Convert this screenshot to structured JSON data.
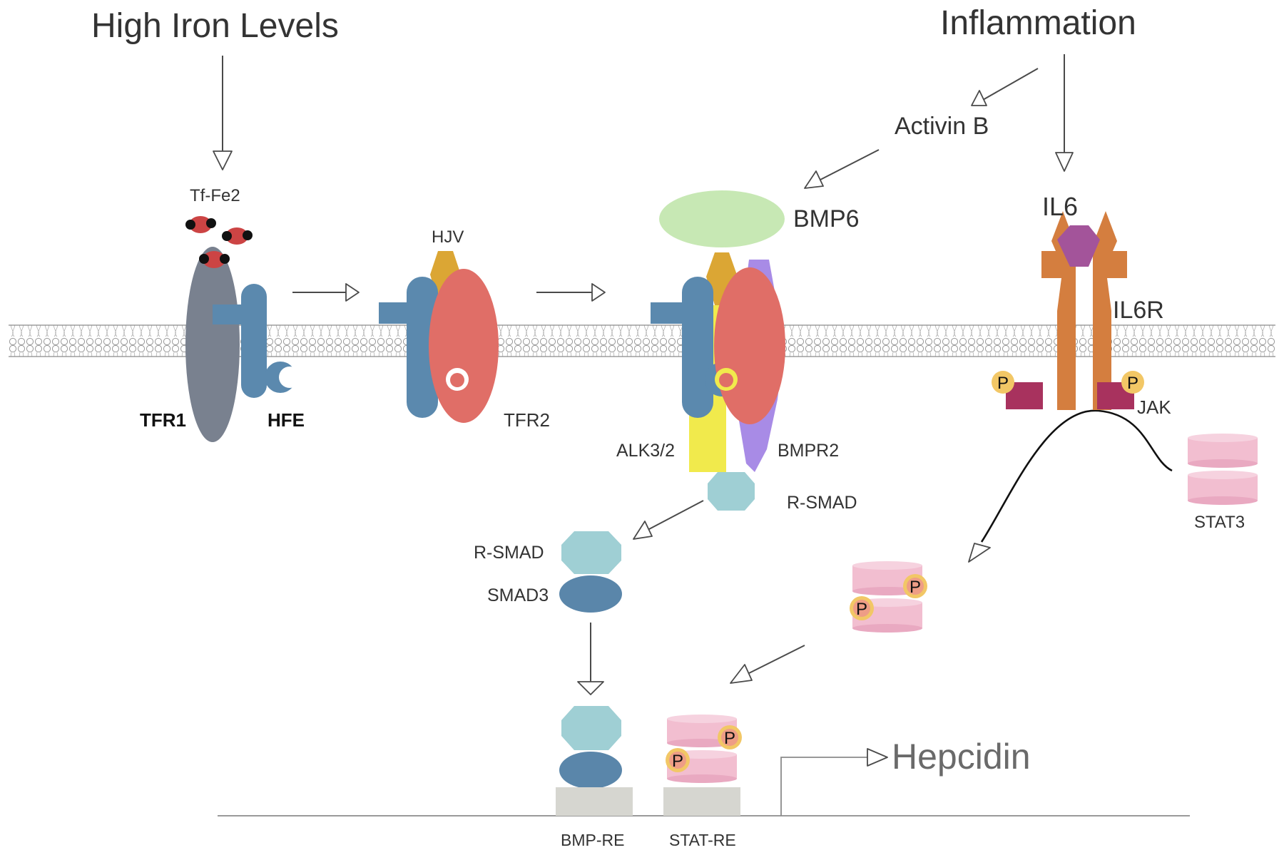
{
  "headings": {
    "high_iron": "High Iron Levels",
    "inflammation": "Inflammation"
  },
  "labels": {
    "tf_fe2": "Tf-Fe2",
    "hjv": "HJV",
    "tfr1": "TFR1",
    "hfe": "HFE",
    "tfr2": "TFR2",
    "activin_b": "Activin B",
    "bmp6": "BMP6",
    "il6": "IL6",
    "il6r": "IL6R",
    "jak": "JAK",
    "alk": "ALK3/2",
    "bmpr2": "BMPR2",
    "r_smad_membrane": "R-SMAD",
    "r_smad_cyto": "R-SMAD",
    "smad3": "SMAD3",
    "stat3": "STAT3",
    "phospho": "P",
    "bmp_re": "BMP-RE",
    "stat_re": "STAT-RE",
    "hepcidin": "Hepcidin"
  },
  "colors": {
    "membrane": "#b8b8b8",
    "tfr1": "#79818f",
    "hfe_hjv_blue": "#5b89ae",
    "tfr2_red": "#e06e67",
    "hjv_gold": "#dba634",
    "bmp6_green": "#c7e8b4",
    "alk_yellow": "#f1ea4c",
    "bmpr2_purple": "#a88be6",
    "r_smad_teal": "#9fcfd4",
    "smad3_blue": "#5a86aa",
    "il6_purple": "#a3549a",
    "il6r_orange": "#d47e3f",
    "jak_magenta": "#a8325e",
    "p_yellow": "#f2c766",
    "stat3_pink": "#f2bed0",
    "response_element_gray": "#d6d6d0",
    "iron_red": "#cc4444"
  }
}
